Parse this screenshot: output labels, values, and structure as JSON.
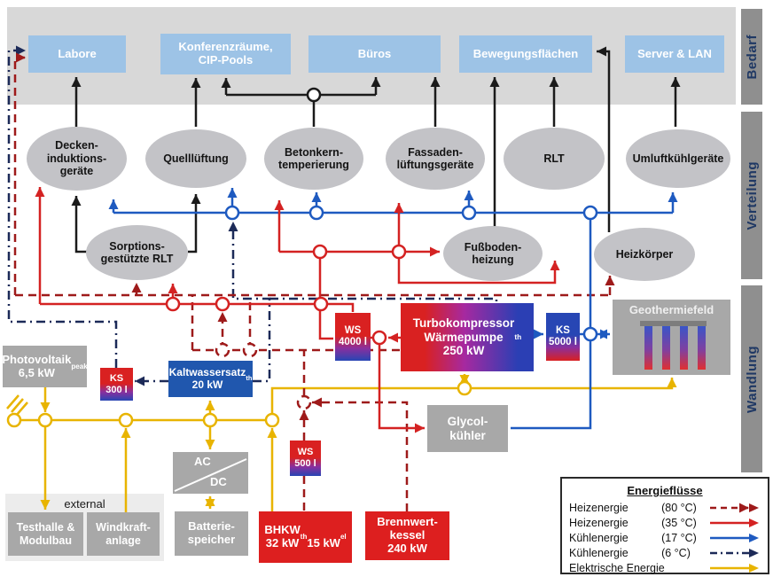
{
  "colors": {
    "heat80": "#9e1a1a",
    "heat35": "#d42222",
    "cool17": "#1e5ac0",
    "cool6": "#1c2a58",
    "electric": "#e8b400",
    "demand_box": "#9dc3e6",
    "band": "#d8d8d8",
    "ellipse": "#c3c3c7",
    "section_bar": "#8f8f8f",
    "section_text": "#1f3864",
    "gray_box": "#a8a8a8",
    "red_box": "#dd1f1f",
    "blue_box": "#2057ae"
  },
  "sections": {
    "bedarf": "Bedarf",
    "verteilung": "Verteilung",
    "wandlung": "Wandlung"
  },
  "demand": {
    "items": [
      {
        "label": "Labore"
      },
      {
        "label": "Konferenzräume,\nCIP-Pools"
      },
      {
        "label": "Büros"
      },
      {
        "label": "Bewegungsflächen"
      },
      {
        "label": "Server & LAN"
      }
    ]
  },
  "distribution": {
    "items": [
      {
        "label": "Decken-\ninduktions-\ngeräte"
      },
      {
        "label": "Quelllüftung"
      },
      {
        "label": "Betonkern-\ntemperierung"
      },
      {
        "label": "Fassaden-\nlüftungsgeräte"
      },
      {
        "label": "RLT"
      },
      {
        "label": "Umluftkühlgeräte"
      },
      {
        "label": "Sorptions-\ngestützte RLT"
      },
      {
        "label": "Fußboden-\nheizung"
      },
      {
        "label": "Heizkörper"
      }
    ]
  },
  "conversion": {
    "photovoltaik": {
      "label": "Photovoltaik\n6,5 kW_{peak}"
    },
    "ks300": {
      "label": "KS\n300 l"
    },
    "kaltwassersatz": {
      "label": "Kaltwassersatz\n20 kW_{th}"
    },
    "ws4000": {
      "label": "WS\n4000 l"
    },
    "waermepumpe": {
      "label": "Turbokompressor\nWärmepumpe\n250 kW_{th}"
    },
    "ks5000": {
      "label": "KS\n5000 l"
    },
    "geothermiefeld": {
      "label": "Geothermiefeld"
    },
    "glycolkuehler": {
      "label": "Glycol-\nkühler"
    },
    "ws500": {
      "label": "WS\n500 l"
    },
    "acdc": {
      "ac": "AC",
      "dc": "DC"
    },
    "external": {
      "label": "external"
    },
    "testhalle": {
      "label": "Testhalle &\nModulbau"
    },
    "windkraft": {
      "label": "Windkraft-\nanlage"
    },
    "batterie": {
      "label": "Batterie-\nspeicher"
    },
    "bhkw": {
      "label": "BHKW\n32 kW_{th}\n15 kW_{el}"
    },
    "brennwertkessel": {
      "label": "Brennwert-\nkessel\n240 kW"
    }
  },
  "legend": {
    "title": "Energieflüsse",
    "rows": [
      {
        "label": "Heizenergie",
        "temp": "(80 °C)",
        "key": "heat80"
      },
      {
        "label": "Heizenergie",
        "temp": "(35 °C)",
        "key": "heat35"
      },
      {
        "label": "Kühlenergie",
        "temp": "(17 °C)",
        "key": "cool17"
      },
      {
        "label": "Kühlenergie",
        "temp": "(6 °C)",
        "key": "cool6"
      },
      {
        "label": "Elektrische Energie",
        "temp": "",
        "key": "electric"
      }
    ]
  }
}
